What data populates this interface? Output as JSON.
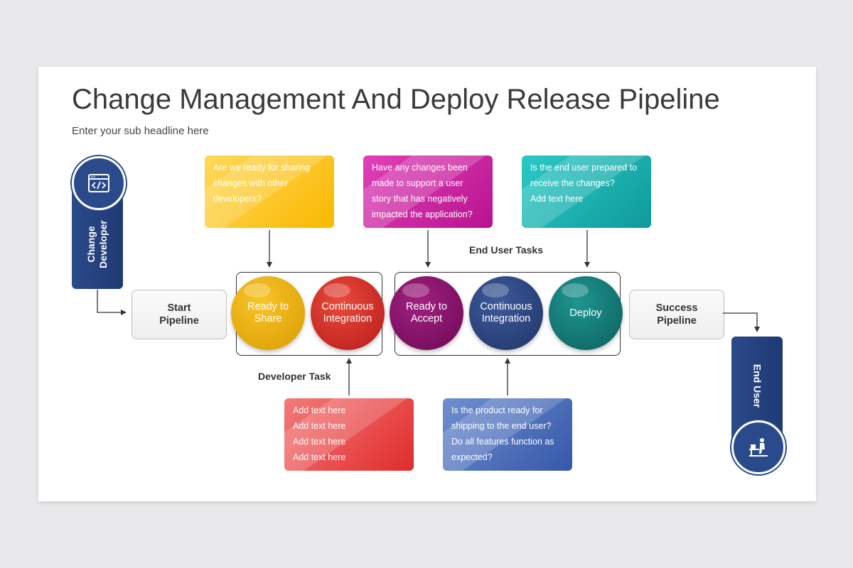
{
  "title": "Change Management And Deploy Release Pipeline",
  "subtitle": "Enter your sub headline here",
  "notes": {
    "share": [
      "Are we ready for sharing",
      "changes with other",
      "developers?"
    ],
    "accept": [
      "Have any changes been",
      "made to support a user",
      "story that has negatively",
      "impacted the application?"
    ],
    "deploy": [
      "Is the end user prepared to",
      "receive the changes?",
      "Add text here"
    ],
    "integration": [
      "Add text here",
      "Add text here",
      "Add text here",
      "Add text here"
    ],
    "shipping": [
      "Is the product ready for",
      "shipping to the end user?",
      "Do all features function as",
      "expected?"
    ]
  },
  "circles": {
    "ready_share": "Ready to\nShare",
    "ci_dev": "Continuous\nIntegration",
    "ready_accept": "Ready to\nAccept",
    "ci_user": "Continuous\nIntegration",
    "deploy": "Deploy"
  },
  "stages": {
    "start": "Start\nPipeline",
    "success": "Success\nPipeline"
  },
  "labels": {
    "developer_task": "Developer Task",
    "end_user_tasks": "End User Tasks"
  },
  "side": {
    "developer": "Change\nDeveloper",
    "end_user": "End User"
  },
  "icons": {
    "developer": "code-window-icon",
    "end_user": "person-at-desk-icon"
  },
  "colors": {
    "yellow": "#f9b800",
    "magenta": "#b8138f",
    "teal": "#0e9a9a",
    "red": "#e02c2c",
    "blue": "#3558a8",
    "navy": "#1f3a73"
  }
}
